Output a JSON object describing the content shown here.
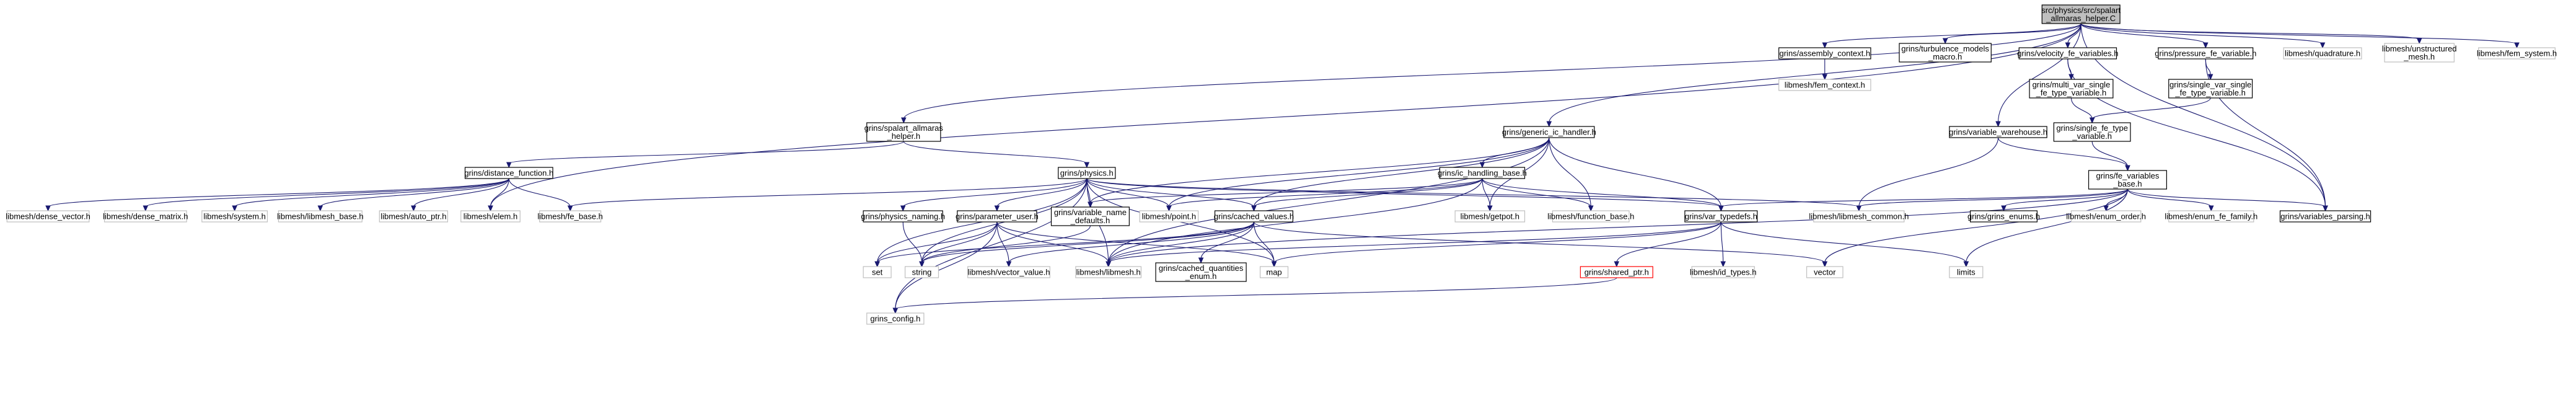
{
  "diagram": {
    "nodes": [
      {
        "id": "root",
        "lines": [
          "src/physics/src/spalart",
          "_allmaras_helper.C"
        ],
        "style": "root"
      },
      {
        "id": "assembly_context",
        "lines": [
          "grins/assembly_context.h"
        ],
        "style": "normal"
      },
      {
        "id": "turbulence_models_macro",
        "lines": [
          "grins/turbulence_models",
          "_macro.h"
        ],
        "style": "normal"
      },
      {
        "id": "velocity_fe_variables",
        "lines": [
          "grins/velocity_fe_variables.h"
        ],
        "style": "normal"
      },
      {
        "id": "pressure_fe_variable",
        "lines": [
          "grins/pressure_fe_variable.h"
        ],
        "style": "normal"
      },
      {
        "id": "quadrature",
        "lines": [
          "libmesh/quadrature.h"
        ],
        "style": "gray"
      },
      {
        "id": "unstructured_mesh",
        "lines": [
          "libmesh/unstructured",
          "_mesh.h"
        ],
        "style": "gray"
      },
      {
        "id": "fem_system",
        "lines": [
          "libmesh/fem_system.h"
        ],
        "style": "gray"
      },
      {
        "id": "fem_context",
        "lines": [
          "libmesh/fem_context.h"
        ],
        "style": "gray"
      },
      {
        "id": "multi_var_single",
        "lines": [
          "grins/multi_var_single",
          "_fe_type_variable.h"
        ],
        "style": "normal"
      },
      {
        "id": "single_var_single",
        "lines": [
          "grins/single_var_single",
          "_fe_type_variable.h"
        ],
        "style": "normal"
      },
      {
        "id": "spalart_helper_h",
        "lines": [
          "grins/spalart_allmaras",
          "_helper.h"
        ],
        "style": "normal"
      },
      {
        "id": "generic_ic_handler",
        "lines": [
          "grins/generic_ic_handler.h"
        ],
        "style": "normal"
      },
      {
        "id": "variable_warehouse",
        "lines": [
          "grins/variable_warehouse.h"
        ],
        "style": "normal"
      },
      {
        "id": "single_fe_type",
        "lines": [
          "grins/single_fe_type",
          "_variable.h"
        ],
        "style": "normal"
      },
      {
        "id": "distance_function",
        "lines": [
          "grins/distance_function.h"
        ],
        "style": "normal"
      },
      {
        "id": "physics",
        "lines": [
          "grins/physics.h"
        ],
        "style": "normal"
      },
      {
        "id": "ic_handling_base",
        "lines": [
          "grins/ic_handling_base.h"
        ],
        "style": "normal"
      },
      {
        "id": "fe_variables_base",
        "lines": [
          "grins/fe_variables",
          "_base.h"
        ],
        "style": "normal"
      },
      {
        "id": "dense_vector",
        "lines": [
          "libmesh/dense_vector.h"
        ],
        "style": "gray"
      },
      {
        "id": "dense_matrix",
        "lines": [
          "libmesh/dense_matrix.h"
        ],
        "style": "gray"
      },
      {
        "id": "system",
        "lines": [
          "libmesh/system.h"
        ],
        "style": "gray"
      },
      {
        "id": "libmesh_base",
        "lines": [
          "libmesh/libmesh_base.h"
        ],
        "style": "gray"
      },
      {
        "id": "auto_ptr",
        "lines": [
          "libmesh/auto_ptr.h"
        ],
        "style": "gray"
      },
      {
        "id": "elem",
        "lines": [
          "libmesh/elem.h"
        ],
        "style": "gray"
      },
      {
        "id": "fe_base",
        "lines": [
          "libmesh/fe_base.h"
        ],
        "style": "gray"
      },
      {
        "id": "physics_naming",
        "lines": [
          "grins/physics_naming.h"
        ],
        "style": "normal"
      },
      {
        "id": "parameter_user",
        "lines": [
          "grins/parameter_user.h"
        ],
        "style": "normal"
      },
      {
        "id": "variable_name_defaults",
        "lines": [
          "grins/variable_name",
          "_defaults.h"
        ],
        "style": "normal"
      },
      {
        "id": "point",
        "lines": [
          "libmesh/point.h"
        ],
        "style": "gray"
      },
      {
        "id": "cached_values",
        "lines": [
          "grins/cached_values.h"
        ],
        "style": "normal"
      },
      {
        "id": "getpot",
        "lines": [
          "libmesh/getpot.h"
        ],
        "style": "gray"
      },
      {
        "id": "function_base",
        "lines": [
          "libmesh/function_base.h"
        ],
        "style": "gray"
      },
      {
        "id": "var_typedefs",
        "lines": [
          "grins/var_typedefs.h"
        ],
        "style": "normal"
      },
      {
        "id": "libmesh_common",
        "lines": [
          "libmesh/libmesh_common.h"
        ],
        "style": "gray"
      },
      {
        "id": "grins_enums",
        "lines": [
          "grins/grins_enums.h"
        ],
        "style": "normal"
      },
      {
        "id": "enum_order",
        "lines": [
          "libmesh/enum_order.h"
        ],
        "style": "gray"
      },
      {
        "id": "enum_fe_family",
        "lines": [
          "libmesh/enum_fe_family.h"
        ],
        "style": "gray"
      },
      {
        "id": "variables_parsing",
        "lines": [
          "grins/variables_parsing.h"
        ],
        "style": "normal"
      },
      {
        "id": "set",
        "lines": [
          "set"
        ],
        "style": "gray"
      },
      {
        "id": "string",
        "lines": [
          "string"
        ],
        "style": "gray"
      },
      {
        "id": "vector_value",
        "lines": [
          "libmesh/vector_value.h"
        ],
        "style": "gray"
      },
      {
        "id": "libmesh",
        "lines": [
          "libmesh/libmesh.h"
        ],
        "style": "gray"
      },
      {
        "id": "cached_quantities_enum",
        "lines": [
          "grins/cached_quantities",
          "_enum.h"
        ],
        "style": "normal"
      },
      {
        "id": "map",
        "lines": [
          "map"
        ],
        "style": "gray"
      },
      {
        "id": "shared_ptr",
        "lines": [
          "grins/shared_ptr.h"
        ],
        "style": "red"
      },
      {
        "id": "id_types",
        "lines": [
          "libmesh/id_types.h"
        ],
        "style": "gray"
      },
      {
        "id": "vector",
        "lines": [
          "vector"
        ],
        "style": "gray"
      },
      {
        "id": "limits",
        "lines": [
          "limits"
        ],
        "style": "gray"
      },
      {
        "id": "grins_config",
        "lines": [
          "grins_config.h"
        ],
        "style": "gray"
      }
    ],
    "edges": [
      [
        "root",
        "assembly_context"
      ],
      [
        "root",
        "turbulence_models_macro"
      ],
      [
        "root",
        "velocity_fe_variables"
      ],
      [
        "root",
        "pressure_fe_variable"
      ],
      [
        "root",
        "quadrature"
      ],
      [
        "root",
        "unstructured_mesh"
      ],
      [
        "root",
        "fem_system"
      ],
      [
        "root",
        "spalart_helper_h"
      ],
      [
        "root",
        "generic_ic_handler"
      ],
      [
        "root",
        "variable_warehouse"
      ],
      [
        "root",
        "elem"
      ],
      [
        "root",
        "variables_parsing"
      ],
      [
        "assembly_context",
        "fem_context"
      ],
      [
        "velocity_fe_variables",
        "multi_var_single"
      ],
      [
        "velocity_fe_variables",
        "variables_parsing"
      ],
      [
        "pressure_fe_variable",
        "single_var_single"
      ],
      [
        "pressure_fe_variable",
        "variables_parsing"
      ],
      [
        "multi_var_single",
        "single_fe_type"
      ],
      [
        "single_var_single",
        "single_fe_type"
      ],
      [
        "single_fe_type",
        "fe_variables_base"
      ],
      [
        "variable_warehouse",
        "fe_variables_base"
      ],
      [
        "variable_warehouse",
        "libmesh_common"
      ],
      [
        "spalart_helper_h",
        "distance_function"
      ],
      [
        "spalart_helper_h",
        "physics"
      ],
      [
        "distance_function",
        "dense_vector"
      ],
      [
        "distance_function",
        "dense_matrix"
      ],
      [
        "distance_function",
        "system"
      ],
      [
        "distance_function",
        "libmesh_base"
      ],
      [
        "distance_function",
        "auto_ptr"
      ],
      [
        "distance_function",
        "elem"
      ],
      [
        "distance_function",
        "fe_base"
      ],
      [
        "physics",
        "fe_base"
      ],
      [
        "physics",
        "physics_naming"
      ],
      [
        "physics",
        "parameter_user"
      ],
      [
        "physics",
        "variable_name_defaults"
      ],
      [
        "physics",
        "point"
      ],
      [
        "physics",
        "cached_values"
      ],
      [
        "physics",
        "var_typedefs"
      ],
      [
        "physics",
        "libmesh_common"
      ],
      [
        "physics",
        "set"
      ],
      [
        "physics",
        "string"
      ],
      [
        "physics",
        "libmesh"
      ],
      [
        "physics",
        "map"
      ],
      [
        "physics",
        "grins_config"
      ],
      [
        "generic_ic_handler",
        "ic_handling_base"
      ],
      [
        "generic_ic_handler",
        "variable_name_defaults"
      ],
      [
        "generic_ic_handler",
        "point"
      ],
      [
        "generic_ic_handler",
        "cached_values"
      ],
      [
        "generic_ic_handler",
        "getpot"
      ],
      [
        "generic_ic_handler",
        "function_base"
      ],
      [
        "generic_ic_handler",
        "var_typedefs"
      ],
      [
        "generic_ic_handler",
        "libmesh"
      ],
      [
        "ic_handling_base",
        "variable_name_defaults"
      ],
      [
        "ic_handling_base",
        "point"
      ],
      [
        "ic_handling_base",
        "cached_values"
      ],
      [
        "ic_handling_base",
        "getpot"
      ],
      [
        "ic_handling_base",
        "function_base"
      ],
      [
        "ic_handling_base",
        "var_typedefs"
      ],
      [
        "ic_handling_base",
        "libmesh"
      ],
      [
        "fe_variables_base",
        "var_typedefs"
      ],
      [
        "fe_variables_base",
        "libmesh_common"
      ],
      [
        "fe_variables_base",
        "grins_enums"
      ],
      [
        "fe_variables_base",
        "enum_order"
      ],
      [
        "fe_variables_base",
        "enum_fe_family"
      ],
      [
        "fe_variables_base",
        "variables_parsing"
      ],
      [
        "fe_variables_base",
        "vector"
      ],
      [
        "fe_variables_base",
        "limits"
      ],
      [
        "fe_variables_base",
        "libmesh"
      ],
      [
        "physics_naming",
        "string"
      ],
      [
        "parameter_user",
        "set"
      ],
      [
        "parameter_user",
        "string"
      ],
      [
        "parameter_user",
        "vector_value"
      ],
      [
        "parameter_user",
        "libmesh"
      ],
      [
        "parameter_user",
        "map"
      ],
      [
        "parameter_user",
        "grins_config"
      ],
      [
        "variable_name_defaults",
        "string"
      ],
      [
        "cached_values",
        "set"
      ],
      [
        "cached_values",
        "string"
      ],
      [
        "cached_values",
        "vector_value"
      ],
      [
        "cached_values",
        "libmesh"
      ],
      [
        "cached_values",
        "cached_quantities_enum"
      ],
      [
        "cached_values",
        "map"
      ],
      [
        "cached_values",
        "vector"
      ],
      [
        "var_typedefs",
        "libmesh"
      ],
      [
        "var_typedefs",
        "map"
      ],
      [
        "var_typedefs",
        "shared_ptr"
      ],
      [
        "var_typedefs",
        "id_types"
      ],
      [
        "var_typedefs",
        "limits"
      ],
      [
        "shared_ptr",
        "grins_config"
      ]
    ]
  }
}
